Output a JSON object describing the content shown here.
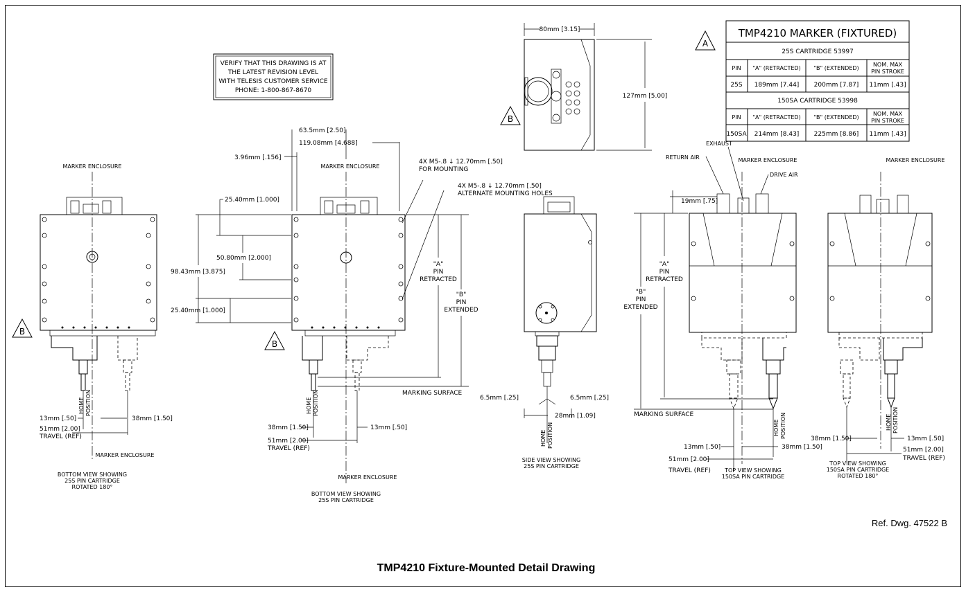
{
  "verify_note": {
    "line1": "VERIFY THAT THIS DRAWING IS AT",
    "line2": "THE LATEST REVISION LEVEL",
    "line3": "WITH TELESIS CUSTOMER SERVICE",
    "line4": "PHONE: 1-800-867-8670"
  },
  "table": {
    "title": "TMP4210 MARKER (FIXTURED)",
    "marker": "A",
    "cartridge_a": "25S CARTRIDGE 53997",
    "cartridge_b": "150SA CARTRIDGE 53998",
    "headers": [
      "PIN",
      "\"A\" (RETRACTED)",
      "\"B\" (EXTENDED)",
      "NOM. MAX",
      "PIN STROKE"
    ],
    "row_a": [
      "25S",
      "189mm [7.44]",
      "200mm [7.87]",
      "11mm [.43]"
    ],
    "row_b": [
      "150SA",
      "214mm [8.43]",
      "225mm [8.86]",
      "11mm [.43]"
    ]
  },
  "top_view": {
    "width_dim": "80mm [3.15]",
    "height_dim": "127mm [5.00]",
    "marker": "B"
  },
  "labels": {
    "marker_enclosure": "MARKER ENCLOSURE",
    "marker_a": "A",
    "marker_b": "B",
    "mount_holes": "4X M5-.8 ↓ 12.70mm [.50]",
    "for_mounting": "FOR MOUNTING",
    "alt_holes": "4X M5-.8 ↓ 12.70mm [.50]",
    "alternate_mounting": "ALTERNATE MOUNTING HOLES",
    "d_635": "63.5mm [2.50]",
    "d_11908": "119.08mm [4.688]",
    "d_396": "3.96mm [.156]",
    "d_2540a": "25.40mm [1.000]",
    "d_5080": "50.80mm [2.000]",
    "d_9843": "98.43mm [3.875]",
    "d_2540b": "25.40mm [1.000]",
    "a_pin": "\"A\"",
    "pin": "PIN",
    "retracted": "RETRACTED",
    "b_pin": "\"B\"",
    "extended": "EXTENDED",
    "marking_surface": "MARKING SURFACE",
    "home": "HOME",
    "position": "POSITION",
    "d_13": "13mm [.50]",
    "d_38": "38mm [1.50]",
    "d_51": "51mm [2.00]",
    "travel_ref": "TRAVEL (REF)",
    "exhaust": "EXHAUST",
    "return_air": "RETURN AIR",
    "drive_air": "DRIVE AIR",
    "d_19": "19mm [.75]",
    "d_65": "6.5mm [.25]",
    "d_28": "28mm [1.09]"
  },
  "captions": {
    "v1": [
      "BOTTOM VIEW SHOWING",
      "25S PIN CARTRIDGE",
      "ROTATED 180°"
    ],
    "v2": [
      "BOTTOM VIEW SHOWING",
      "25S PIN CARTRIDGE"
    ],
    "v3": [
      "SIDE VIEW SHOWING",
      "25S PIN CARTRIDGE"
    ],
    "v4": [
      "TOP VIEW SHOWING",
      "150SA PIN CARTRIDGE"
    ],
    "v5": [
      "TOP VIEW SHOWING",
      "150SA PIN CARTRIDGE",
      "ROTATED 180°"
    ]
  },
  "ref_dwg": "Ref. Dwg. 47522 B",
  "drawing_title": "TMP4210 Fixture-Mounted Detail Drawing"
}
